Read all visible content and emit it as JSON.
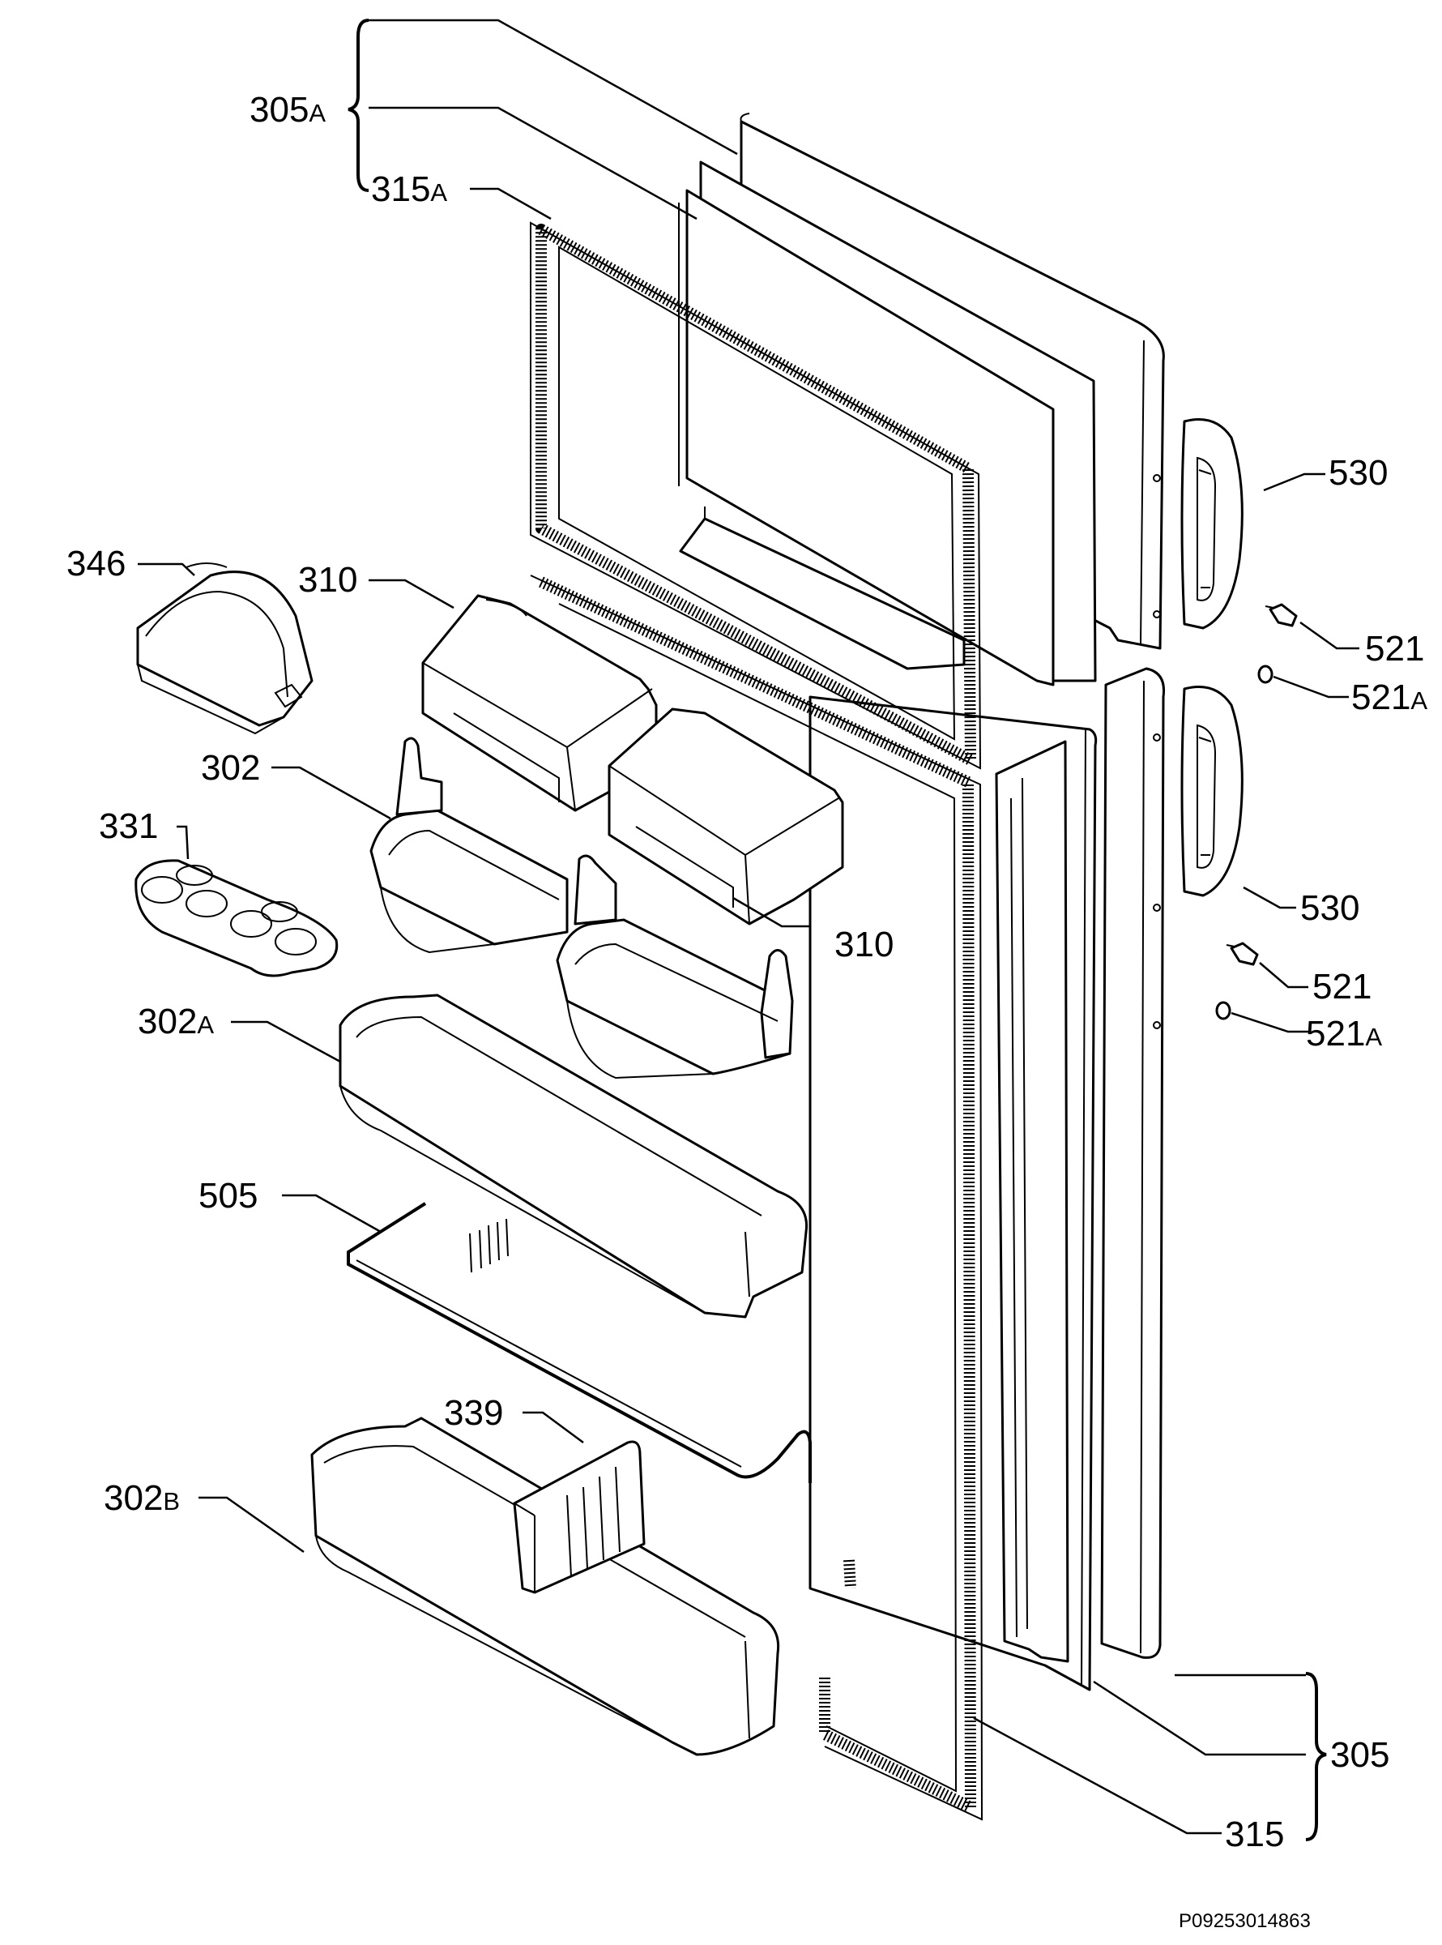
{
  "labels": {
    "l305A": {
      "num": "305",
      "suffix": "A"
    },
    "l315A": {
      "num": "315",
      "suffix": "A"
    },
    "l346": {
      "num": "346",
      "suffix": ""
    },
    "l310a": {
      "num": "310",
      "suffix": ""
    },
    "l302": {
      "num": "302",
      "suffix": ""
    },
    "l331": {
      "num": "331",
      "suffix": ""
    },
    "l310b": {
      "num": "310",
      "suffix": ""
    },
    "l302A": {
      "num": "302",
      "suffix": "A"
    },
    "l505": {
      "num": "505",
      "suffix": ""
    },
    "l339": {
      "num": "339",
      "suffix": ""
    },
    "l302B": {
      "num": "302",
      "suffix": "B"
    },
    "l530a": {
      "num": "530",
      "suffix": ""
    },
    "l521a": {
      "num": "521",
      "suffix": ""
    },
    "l521Aa": {
      "num": "521",
      "suffix": "A"
    },
    "l530b": {
      "num": "530",
      "suffix": ""
    },
    "l521b": {
      "num": "521",
      "suffix": ""
    },
    "l521Ab": {
      "num": "521",
      "suffix": "A"
    },
    "l305": {
      "num": "305",
      "suffix": ""
    },
    "l315": {
      "num": "315",
      "suffix": ""
    }
  },
  "drawing_code": "P09253014863"
}
